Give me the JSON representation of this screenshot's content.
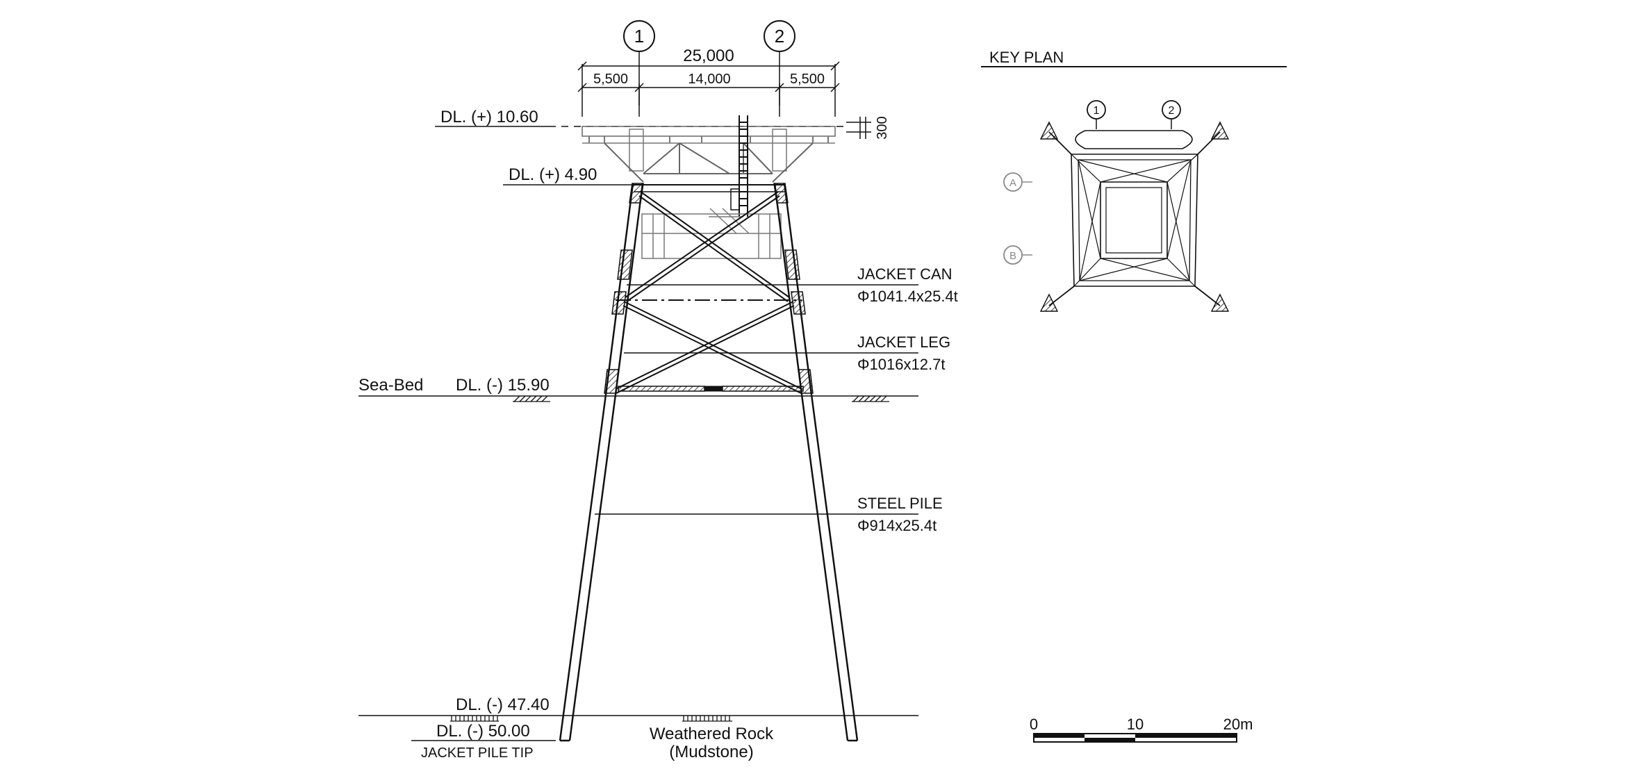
{
  "colors": {
    "ink": "#111111",
    "light": "#888888",
    "bg": "#ffffff"
  },
  "elevation": {
    "grid_1": "1",
    "grid_2": "2",
    "dim_total": "25,000",
    "dim_left": "5,500",
    "dim_mid": "14,000",
    "dim_right": "5,500",
    "dim_300": "300",
    "dl_top": "DL. (+) 10.60",
    "dl_deck": "DL. (+) 4.90",
    "dl_seabed": "DL. (-) 15.90",
    "seabed_label": "Sea-Bed",
    "dl_rock": "DL. (-) 47.40",
    "dl_tip": "DL. (-) 50.00",
    "tip_label": "JACKET PILE TIP",
    "rock_label_1": "Weathered Rock",
    "rock_label_2": "(Mudstone)",
    "can_label": "JACKET CAN",
    "can_spec": "Φ1041.4x25.4t",
    "leg_label": "JACKET LEG",
    "leg_spec": "Φ1016x12.7t",
    "pile_label": "STEEL PILE",
    "pile_spec": "Φ914x25.4t"
  },
  "key_plan": {
    "title": "KEY PLAN",
    "grid_1": "1",
    "grid_2": "2",
    "grid_a": "A",
    "grid_b": "B"
  },
  "scale_bar": {
    "label_0": "0",
    "label_10": "10",
    "label_20": "20m"
  }
}
